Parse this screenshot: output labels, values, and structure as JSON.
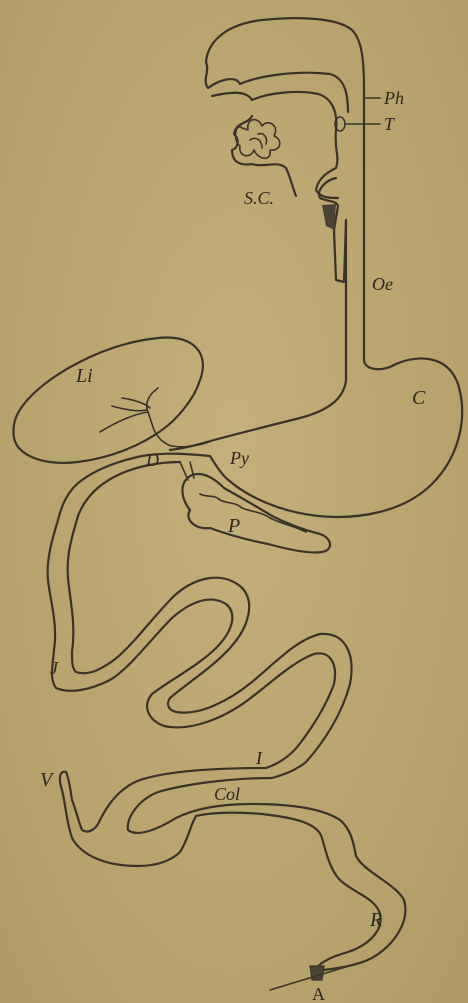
{
  "colors": {
    "paper": "#b9a66e",
    "ink": "#3a3428"
  },
  "labels": {
    "ph": "Ph",
    "t": "T",
    "sc": "S.C.",
    "oe": "Oe",
    "li": "Li",
    "c": "C",
    "d": "D",
    "py": "Py",
    "p": "P",
    "j": "J",
    "i": "I",
    "v": "V",
    "col": "Col",
    "r": "R",
    "a": "A"
  }
}
